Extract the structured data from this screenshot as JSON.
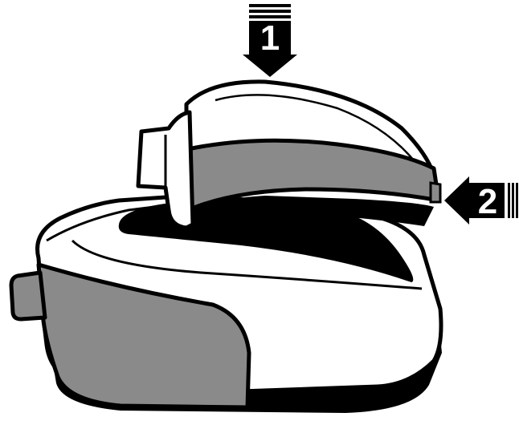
{
  "steps": [
    {
      "number": "1",
      "arrow_direction": "down"
    },
    {
      "number": "2",
      "arrow_direction": "left"
    }
  ],
  "colors": {
    "outline": "#000000",
    "body": "#ffffff",
    "grey_panel": "#8a8a8a",
    "arrow_fill": "#000000",
    "number_fill": "#ffffff"
  }
}
